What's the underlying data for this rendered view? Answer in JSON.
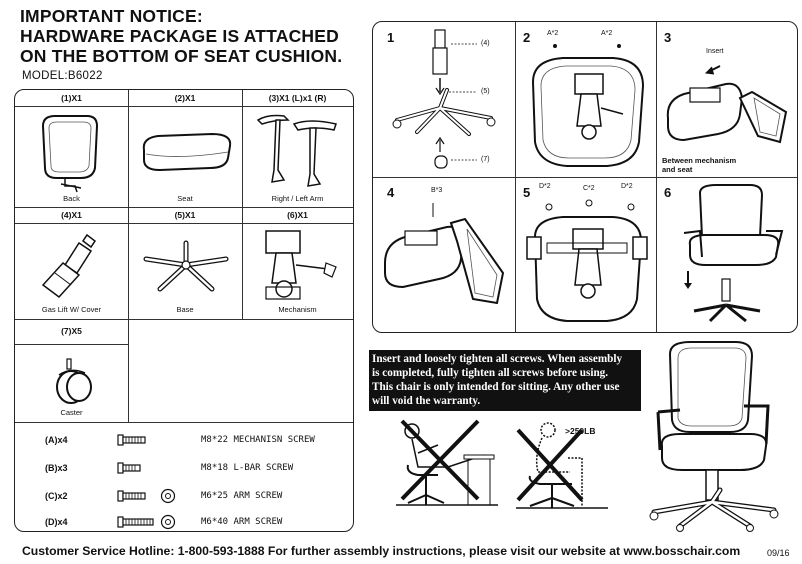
{
  "notice": {
    "line1": "IMPORTANT NOTICE:",
    "line2": "HARDWARE PACKAGE IS ATTACHED",
    "line3": "ON THE BOTTOM OF SEAT CUSHION."
  },
  "model": "MODEL:B6022",
  "parts": [
    {
      "header": "(1)X1",
      "caption": "Back"
    },
    {
      "header": "(2)X1",
      "caption": "Seat"
    },
    {
      "header": "(3)X1 (L)x1 (R)",
      "caption": "Right / Left Arm"
    },
    {
      "header": "(4)X1",
      "caption": "Gas Lift W/ Cover"
    },
    {
      "header": "(5)X1",
      "caption": "Base"
    },
    {
      "header": "(6)X1",
      "caption": "Mechanism"
    },
    {
      "header": "(7)X5",
      "caption": "Caster"
    }
  ],
  "hardware": [
    {
      "label": "(A)x4",
      "desc": "M8*22 MECHANISN SCREW"
    },
    {
      "label": "(B)x3",
      "desc": "M8*18 L-BAR SCREW"
    },
    {
      "label": "(C)x2",
      "desc": "M6*25 ARM SCREW"
    },
    {
      "label": "(D)x4",
      "desc": "M6*40 ARM SCREW"
    }
  ],
  "steps": {
    "s1": {
      "num": "1",
      "callout4": "(4)",
      "callout5": "(5)",
      "callout7": "(7)"
    },
    "s2": {
      "num": "2",
      "a1": "A*2",
      "a2": "A*2"
    },
    "s3": {
      "num": "3",
      "insert": "Insert",
      "note1": "Between mechanism",
      "note2": "and seat"
    },
    "s4": {
      "num": "4",
      "b": "B*3"
    },
    "s5": {
      "num": "5",
      "d1": "D*2",
      "c": "C*2",
      "d2": "D*2"
    },
    "s6": {
      "num": "6"
    }
  },
  "warning": {
    "l1": "Insert and loosely tighten all screws. When assembly",
    "l2": "is completed, fully tighten all screws before using.",
    "l3": "This chair is only intended for sitting. Any other use",
    "l4": "will void the warranty."
  },
  "weight_limit": ">250LB",
  "footer": {
    "text": "Customer Service Hotline: 1-800-593-1888   For further assembly instructions,   please visit our website at   www.bosschair.com",
    "date": "09/16"
  }
}
